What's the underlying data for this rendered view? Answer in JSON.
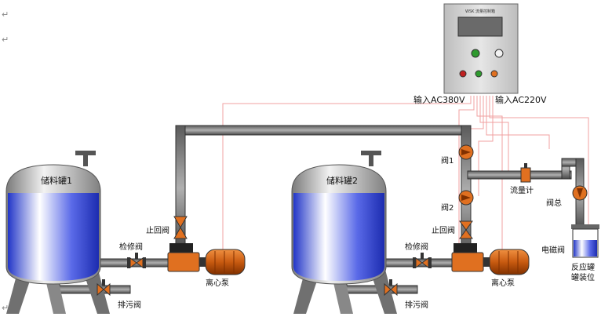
{
  "colors": {
    "pipe": "#7f7f7f",
    "pipe_dark": "#3a3a3a",
    "signal_wire": "#f0a0a0",
    "valve": "#e07020",
    "tank_liquid": "#3a4de0",
    "tank_shell": "#d8d8d8",
    "control_box": "#d4d4d4"
  },
  "paragraph_marks": [
    "↵",
    "↵",
    "↵"
  ],
  "control_box": {
    "title": "WSK 流量控制箱",
    "power_left": "输入AC380V",
    "power_right": "输入AC220V"
  },
  "tanks": [
    {
      "label": "储料罐1",
      "fill_level": 0.72
    },
    {
      "label": "储料罐2",
      "fill_level": 0.72
    }
  ],
  "left_unit": {
    "check_valve": "止回阀",
    "service_valve": "检修阀",
    "drain_valve": "排污阀",
    "pump": "离心泵"
  },
  "right_unit": {
    "check_valve": "止回阀",
    "service_valve": "检修阀",
    "drain_valve": "排污阀",
    "pump": "离心泵",
    "valve_1": "阀1",
    "valve_2": "阀2"
  },
  "outlet": {
    "flowmeter": "流量计",
    "main_valve": "阀总",
    "solenoid_valve": "电磁阀",
    "reactor_line1": "反应罐",
    "reactor_line2": "罐装位"
  }
}
